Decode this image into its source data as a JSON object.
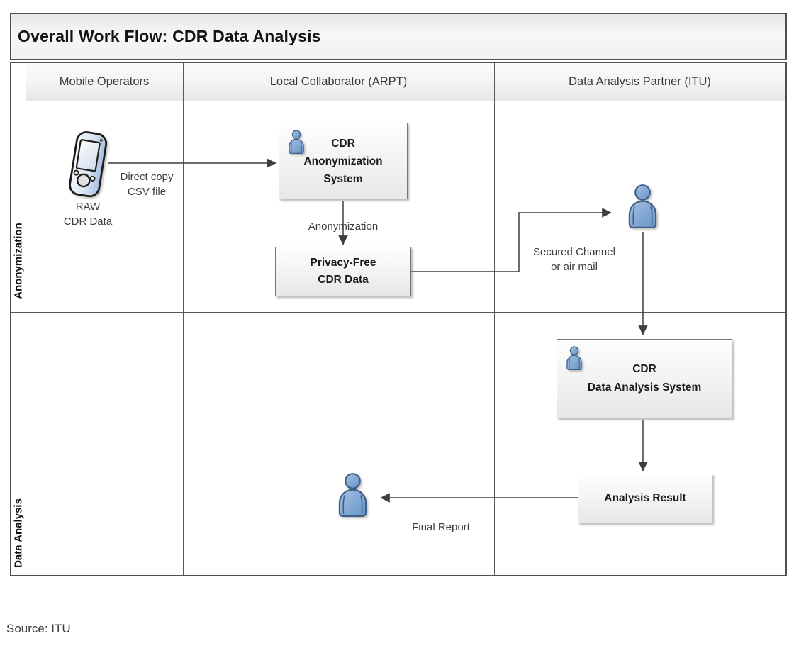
{
  "title": "Overall Work Flow: CDR Data Analysis",
  "source_note": "Source: ITU",
  "swimlanes": {
    "columns": [
      {
        "label": "Mobile Operators"
      },
      {
        "label": "Local Collaborator (ARPT)"
      },
      {
        "label": "Data Analysis Partner (ITU)"
      }
    ],
    "rows": [
      {
        "label": "Anonymization"
      },
      {
        "label": "Data Analysis"
      }
    ]
  },
  "nodes": {
    "raw_cdr_data": {
      "lines": [
        "RAW",
        "CDR Data"
      ]
    },
    "cdr_anonymization_system": {
      "lines": [
        "CDR",
        "Anonymization",
        "System"
      ]
    },
    "privacy_free_cdr_data": {
      "lines": [
        "Privacy-Free",
        "CDR Data"
      ]
    },
    "cdr_data_analysis_system": {
      "lines": [
        "CDR",
        "Data Analysis System"
      ]
    },
    "analysis_result": {
      "label": "Analysis Result"
    }
  },
  "edge_labels": {
    "direct_copy": {
      "lines": [
        "Direct copy",
        "CSV file"
      ]
    },
    "anonymization": {
      "label": "Anonymization"
    },
    "secured_channel": {
      "lines": [
        "Secured Channel",
        "or air mail"
      ]
    },
    "final_report": {
      "label": "Final Report"
    }
  },
  "icons": {
    "person": "person-icon",
    "mobile_device": "mobile-device-icon"
  },
  "colors": {
    "person_fill": "#7da5d4",
    "person_stroke": "#3f5e85",
    "connector": "#3f3f3f",
    "box_border": "#767676",
    "lane_border": "#585858",
    "header_text": "#3a3a3a"
  }
}
